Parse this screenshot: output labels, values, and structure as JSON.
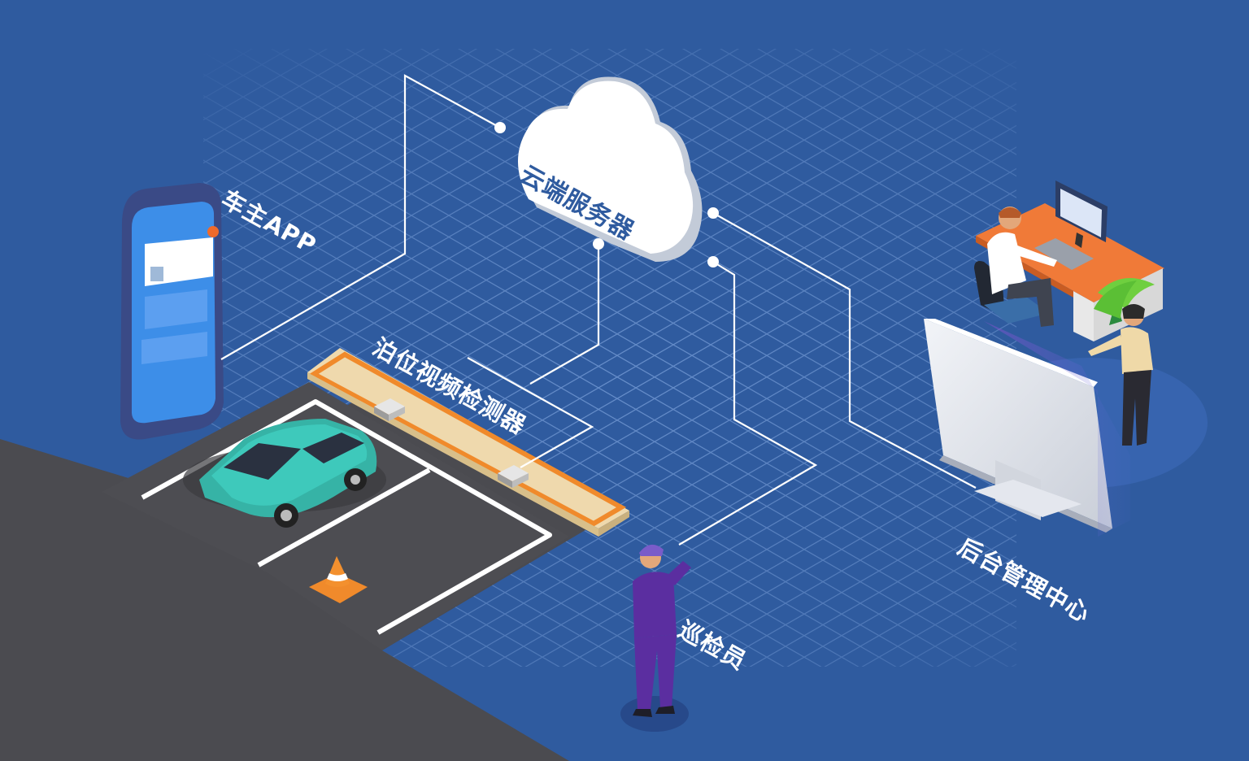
{
  "labels": {
    "cloud": "云端服务器",
    "app": "车主APP",
    "detector": "泊位视频检测器",
    "inspector": "巡检员",
    "backend": "后台管理中心"
  },
  "colors": {
    "background": "#2f5b9f",
    "grid": "#6f93cf",
    "road": "#4b4b50",
    "line": "#ffffff",
    "car": "#3ec9bb",
    "curb": "#f08a2b",
    "curb_top": "#efd9ad"
  }
}
